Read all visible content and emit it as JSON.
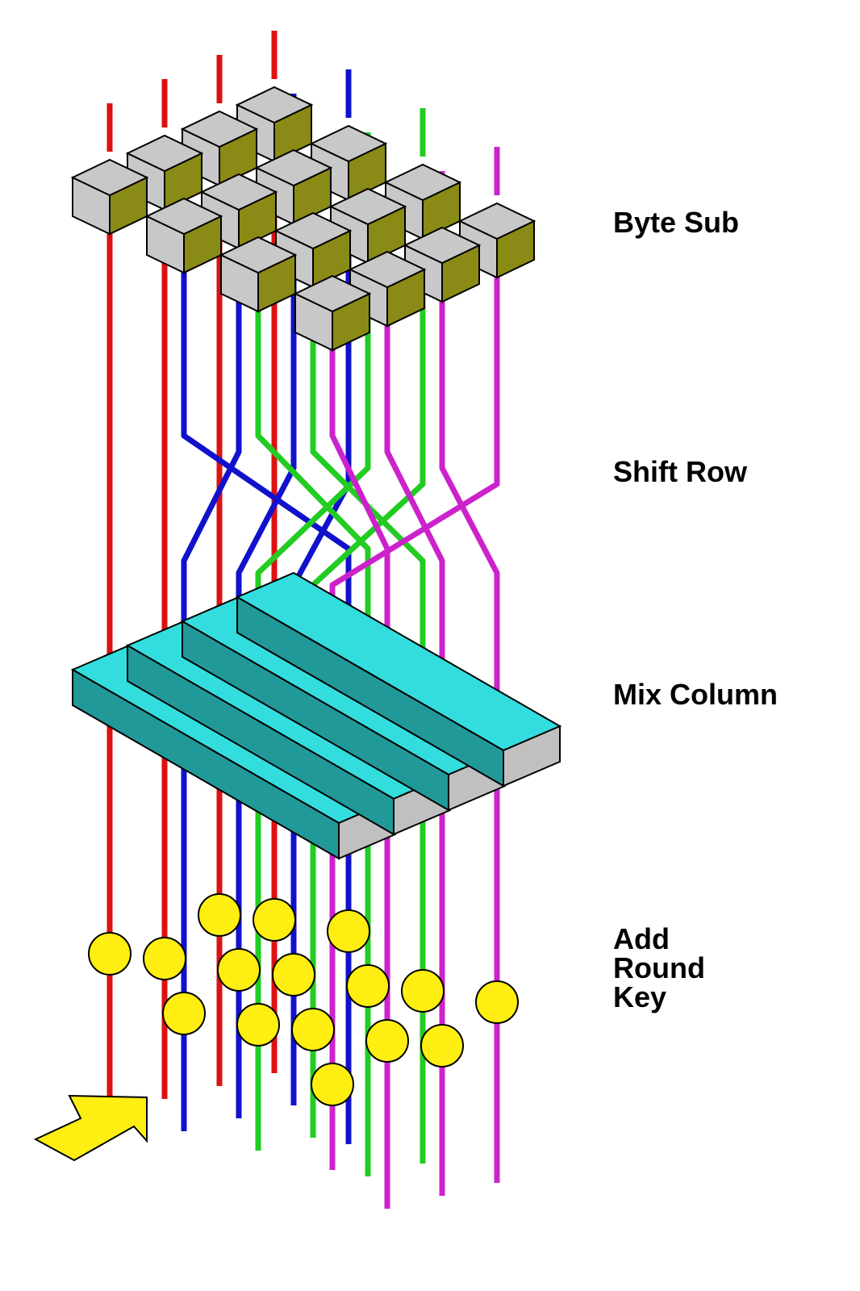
{
  "stages": {
    "byte_sub": "Byte Sub",
    "shift_row": "Shift Row",
    "mix_column": "Mix Column",
    "add_round_key": [
      "Add",
      "Round",
      "Key"
    ]
  },
  "colors": {
    "row_0": "#dd1111",
    "row_1": "#1111cc",
    "row_2": "#22cc22",
    "row_3": "#cc22cc",
    "sbox_top": "#c8c8c8",
    "sbox_side": "#8a8a16",
    "mix_top": "#33dddd",
    "mix_side": "#229999",
    "mix_end": "#c0c0c0",
    "round_key": "#ffee11",
    "input_arrow": "#ffee11"
  },
  "icons": {
    "input_arrow": "arrow-up-right-icon",
    "s_box": "cube-icon",
    "mix_unit": "block-icon",
    "round_key_xor": "circle-icon"
  }
}
